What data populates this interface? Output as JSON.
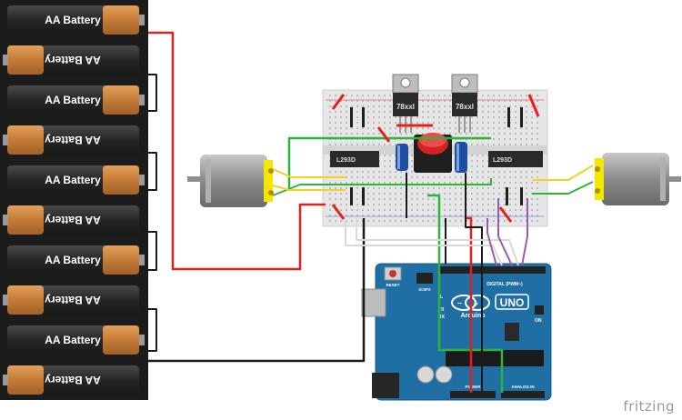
{
  "battery": {
    "label": "AA Battery",
    "count": 10
  },
  "ic_left": {
    "label": "L293D"
  },
  "ic_right": {
    "label": "L293D"
  },
  "regulator_left": {
    "label": "78xxl"
  },
  "regulator_right": {
    "label": "78xxl"
  },
  "arduino": {
    "logo": "Arduino",
    "model": "UNO",
    "reset_label": "RESET",
    "icsp_label": "ICSP2",
    "digital_label": "DIGITAL (PWM~)",
    "analog_label": "ANALOG IN",
    "power_label": "POWER",
    "tx_label": "TX",
    "rx_label": "RX",
    "l_label": "L",
    "on_label": "ON"
  },
  "watermark": "fritzing",
  "colors": {
    "battery_copper": "#c9823e",
    "battery_black": "#2b2b2b",
    "arduino_blue": "#1f6fa5",
    "wire_red": "#e3201b",
    "wire_green": "#2fb43b",
    "wire_yellow": "#f5d11f",
    "wire_purple": "#9b59b6",
    "motor_yellow": "#f3e600"
  }
}
